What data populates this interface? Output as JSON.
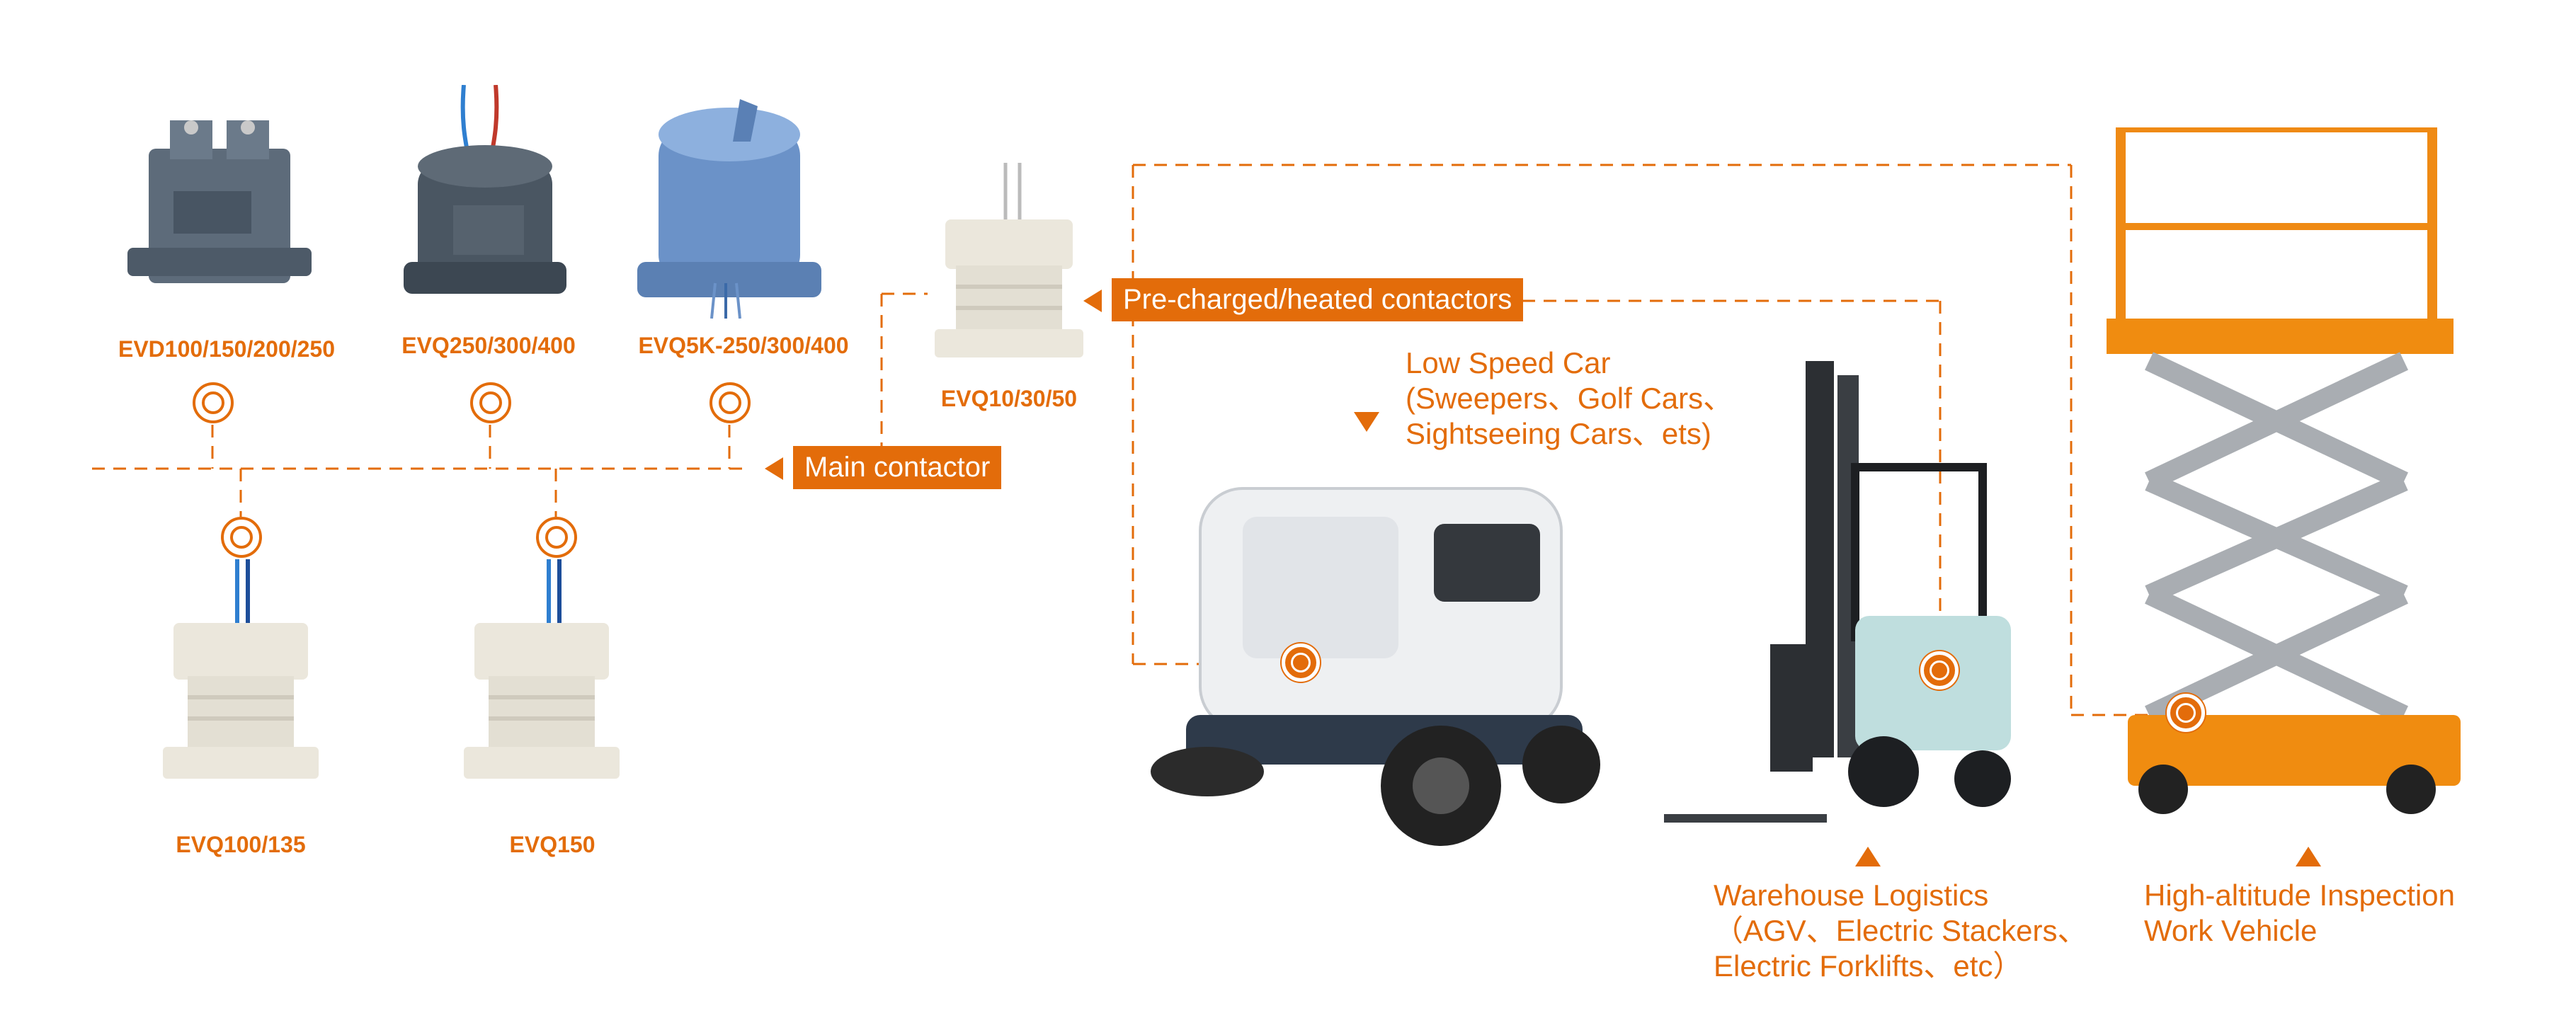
{
  "products_top": [
    {
      "model": "EVD100/150/200/250"
    },
    {
      "model": "EVQ250/300/400"
    },
    {
      "model": "EVQ5K-250/300/400"
    }
  ],
  "products_bottom": [
    {
      "model": "EVQ100/135"
    },
    {
      "model": "EVQ150"
    }
  ],
  "precharge_product": {
    "model": "EVQ10/30/50"
  },
  "callouts": {
    "main_contactor": "Main contactor",
    "precharged": "Pre-charged/heated contactors"
  },
  "applications": {
    "low_speed": {
      "title": "Low Speed Car",
      "detail": "(Sweepers、Golf Cars、\nSightseeing Cars、ets)"
    },
    "warehouse": {
      "title": "Warehouse Logistics",
      "detail": "（AGV、Electric Stackers、\nElectric Forklifts、etc）"
    },
    "high_altitude": {
      "title": "High-altitude Inspection",
      "detail": "Work Vehicle"
    }
  },
  "colors": {
    "accent": "#e36c0a",
    "text_on_accent": "#ffffff",
    "background": "#ffffff"
  }
}
